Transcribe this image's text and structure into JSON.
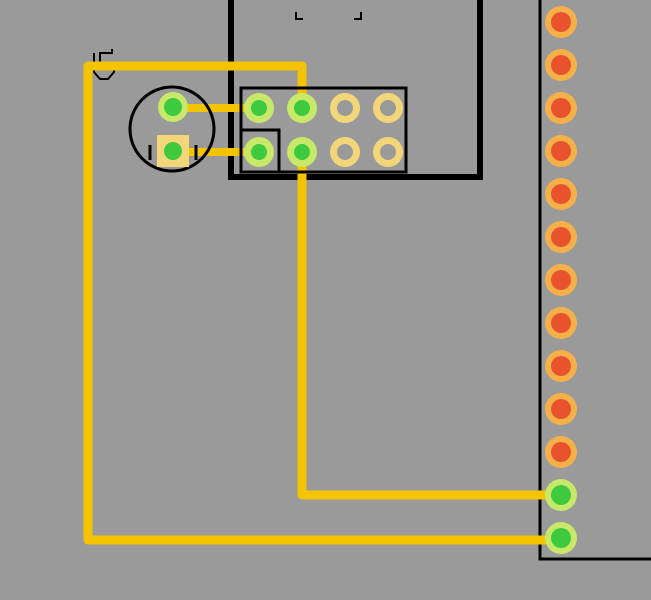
{
  "board": {
    "background_color": "#9a9a9a",
    "trace_color": "#f5c400",
    "outline_color": "#000000"
  },
  "pad_colors": {
    "connected_fill": "#3ec93e",
    "connected_ring": "#c8e86a",
    "unconnected_fill": "#9a9a9a",
    "unconnected_ring": "#f3d67a",
    "header_fill": "#e8532e",
    "header_ring": "#f6b04a",
    "square_pad_fill": "#f3d67a"
  },
  "components": {
    "led": {
      "symbol": "circle-outline",
      "pins": 2
    },
    "connector_2x4": {
      "pins": 8,
      "connected_pins": 4
    },
    "header_strip": {
      "pins": 13,
      "connected_pins": 2
    }
  }
}
